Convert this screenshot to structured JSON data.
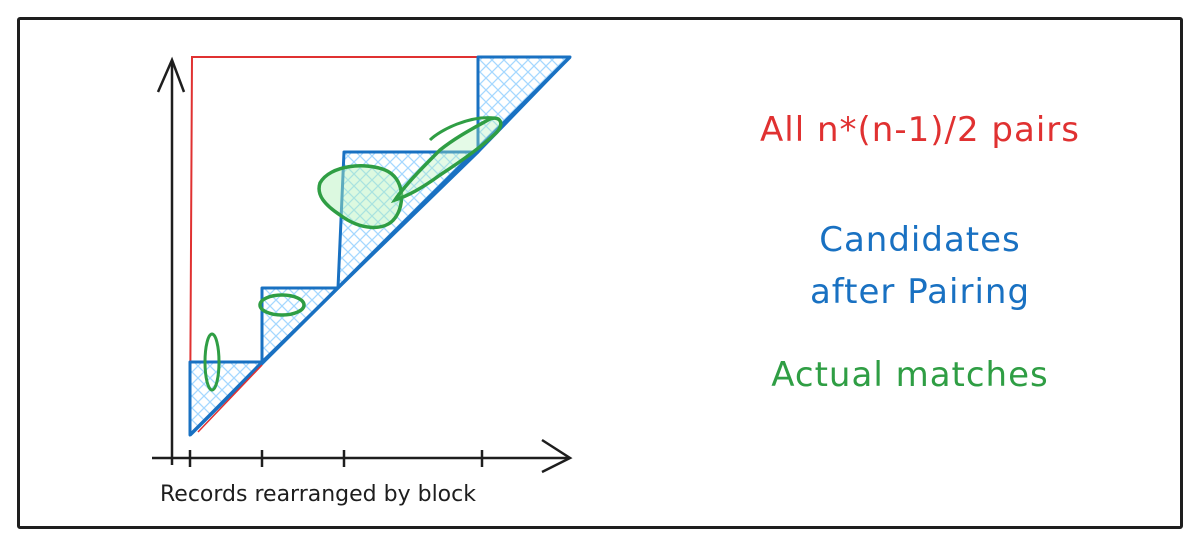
{
  "legend": {
    "all_pairs": "All n*(n-1)/2 pairs",
    "candidates_line1": "Candidates",
    "candidates_line2": "after Pairing",
    "actual_matches": "Actual matches"
  },
  "axes": {
    "x_caption": "Records rearranged by block"
  },
  "colors": {
    "all_pairs": "#e03131",
    "candidates": "#1971c2",
    "matches": "#2f9e44",
    "hatch": "#a5d8ff",
    "ink": "#1e1e1e"
  }
}
